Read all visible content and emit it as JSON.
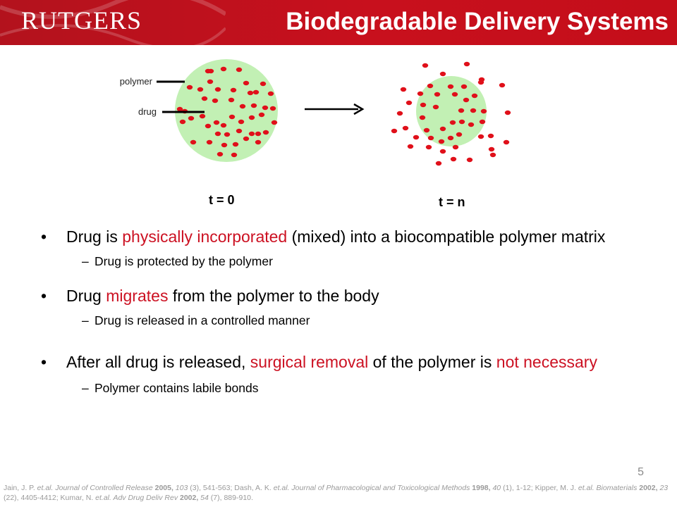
{
  "header": {
    "logo_text": "RUTGERS",
    "title": "Biodegradable Delivery Systems",
    "brand_color": "#c8101d"
  },
  "diagram": {
    "polymer_label": "polymer",
    "drug_label": "drug",
    "time_start_label": "t = 0",
    "time_end_label": "t = n",
    "polymer_color": "#c2f0b4",
    "drug_color": "#e0101a"
  },
  "bullets": {
    "b1_pre": "Drug is ",
    "b1_hl": "physically incorporated",
    "b1_post": " (mixed) into a biocompatible polymer matrix",
    "b1_sub": "Drug is protected by the polymer",
    "b2_pre": "Drug ",
    "b2_hl": "migrates",
    "b2_post": " from the polymer to the body",
    "b2_sub": "Drug is released in a controlled manner",
    "b3_pre": "After all drug is released, ",
    "b3_hl": "surgical removal",
    "b3_mid": " of the polymer is ",
    "b3_hl2": "not necessary",
    "b3_sub": "Polymer contains labile bonds"
  },
  "footer": {
    "page_number": "5",
    "ref1_authors": "Jain, J. P. ",
    "ref1_etal": "et.al.",
    "ref1_journal": " Journal of Controlled Release ",
    "ref1_year": "2005,",
    "ref1_vol": " 103",
    "ref1_pages": " (3), 541-563; Dash, A. K. ",
    "ref2_etal": "et.al.",
    "ref2_journal": " Journal of Pharmacological and Toxicological Methods ",
    "ref2_year": "1998,",
    "ref2_vol": " 40",
    "ref2_pages": " (1), 1-12; Kipper, M. J. ",
    "ref3_etal": "et.al.",
    "ref3_journal": " Biomaterials ",
    "ref3_year": "2002,",
    "ref3_vol": " 23",
    "ref3_pages": " (22), 4405-4412; Kumar, N. ",
    "ref4_etal": "et.al.",
    "ref4_journal": " Adv Drug Deliv Rev ",
    "ref4_year": "2002,",
    "ref4_vol": " 54",
    "ref4_pages": " (7), 889-910."
  }
}
